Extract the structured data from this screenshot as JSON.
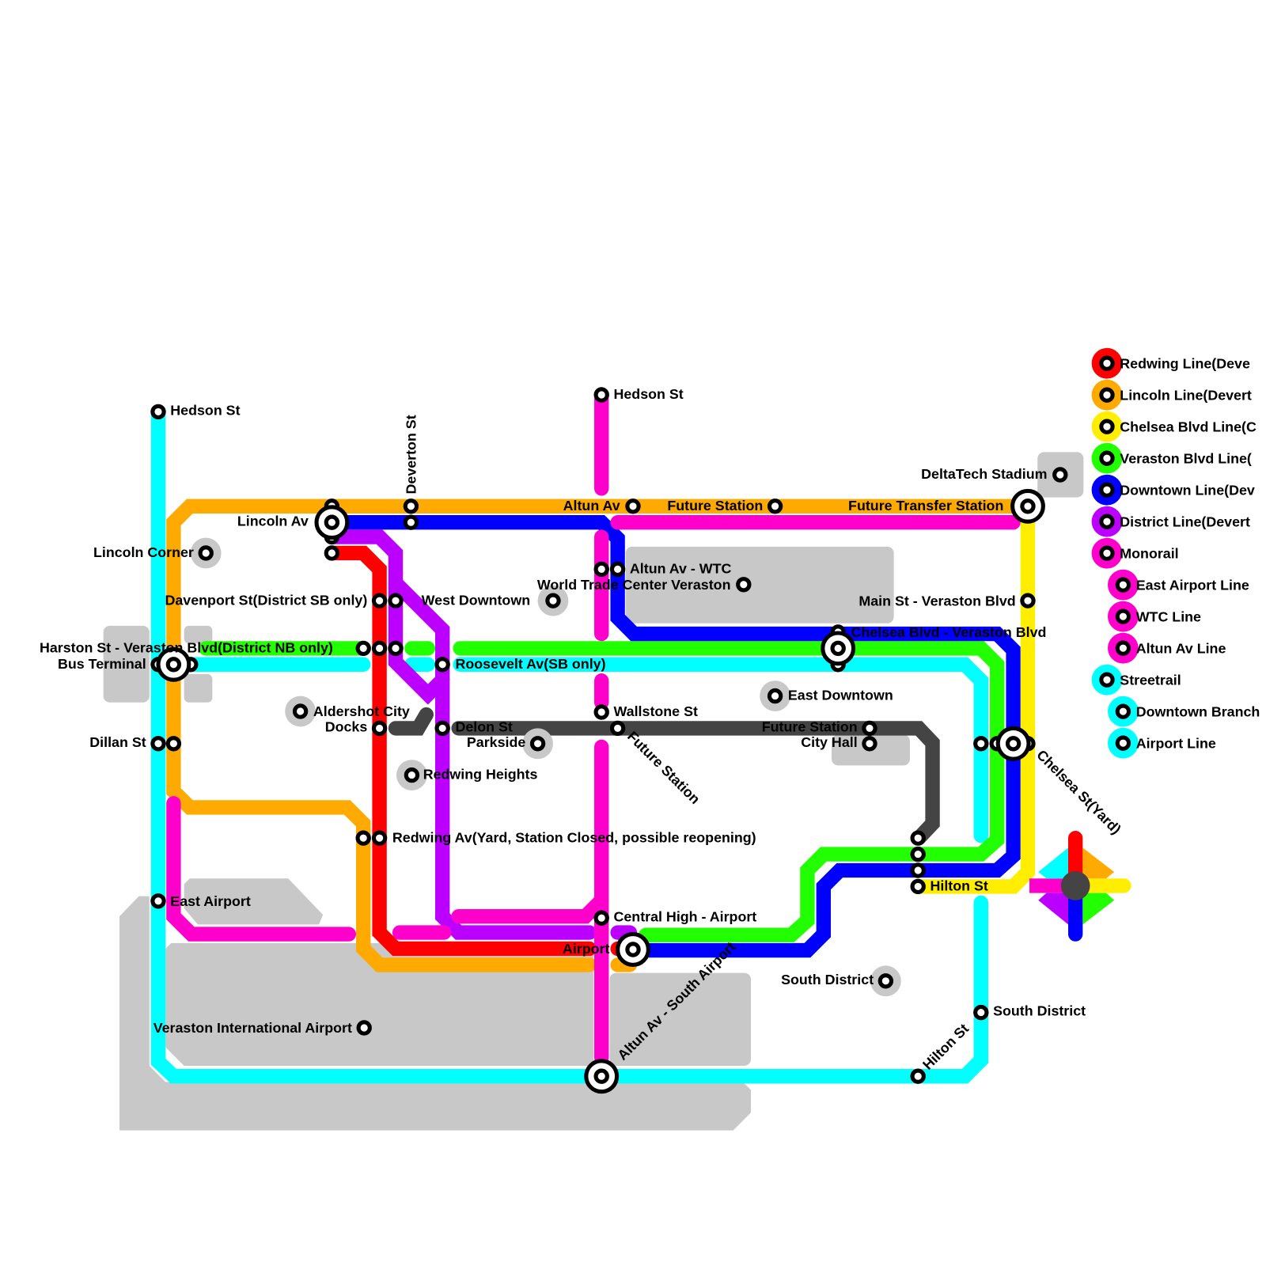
{
  "colors": {
    "redwing": "#ff0000",
    "lincoln": "#ffaa00",
    "chelsea": "#ffee00",
    "veraston": "#22ff00",
    "downtown": "#0000ff",
    "district": "#bb00ff",
    "monorail": "#ff00cc",
    "streetrail": "#00ffff",
    "other": "#444444",
    "area": "#c8c8c8"
  },
  "stations": [
    "Hedson St",
    "Hedson St",
    "Lincoln Av",
    "Deverton St",
    "Lincoln Corner",
    "Davenport St(District SB only)",
    "West Downtown",
    "Harston St - Veraston Blvd(District NB only)",
    "Bus Terminal",
    "Roosevelt Av(SB only)",
    "Aldershot City",
    "Docks",
    "Delon St",
    "Parkside",
    "Redwing Heights",
    "Dillan St",
    "Redwing Av(Yard, Station Closed, possible reopening)",
    "East Airport",
    "Veraston International Airport",
    "Altun Av",
    "Future Station",
    "Future Transfer Station",
    "DeltaTech Stadium",
    "Altun Av - WTC",
    "World Trade Center Veraston",
    "Main St - Veraston Blvd",
    "Chelsea Blvd - Veraston Blvd",
    "East Downtown",
    "Wallstone St",
    "Future Station",
    "Future Station",
    "City Hall",
    "Chelsea St(Yard)",
    "Hilton St",
    "Central High - Airport",
    "Airport",
    "Altun Av - South Airport",
    "South District",
    "South District",
    "Hilton St"
  ],
  "legend": [
    {
      "label": "Redwing Line(Deve",
      "color": "#ff0000"
    },
    {
      "label": "Lincoln Line(Devert",
      "color": "#ffaa00"
    },
    {
      "label": "Chelsea Blvd Line(C",
      "color": "#ffee00"
    },
    {
      "label": "Veraston Blvd Line(",
      "color": "#22ff00"
    },
    {
      "label": "Downtown Line(Dev",
      "color": "#0000ff"
    },
    {
      "label": "District Line(Devert",
      "color": "#bb00ff"
    },
    {
      "label": "Monorail",
      "color": "#ff00cc"
    },
    {
      "label": "East Airport Line",
      "color": "#ff00cc"
    },
    {
      "label": "WTC Line",
      "color": "#ff00cc"
    },
    {
      "label": "Altun Av Line",
      "color": "#ff00cc"
    },
    {
      "label": "Streetrail",
      "color": "#00ffff"
    },
    {
      "label": "Downtown Branch",
      "color": "#00ffff"
    },
    {
      "label": "Airport Line",
      "color": "#00ffff"
    }
  ]
}
